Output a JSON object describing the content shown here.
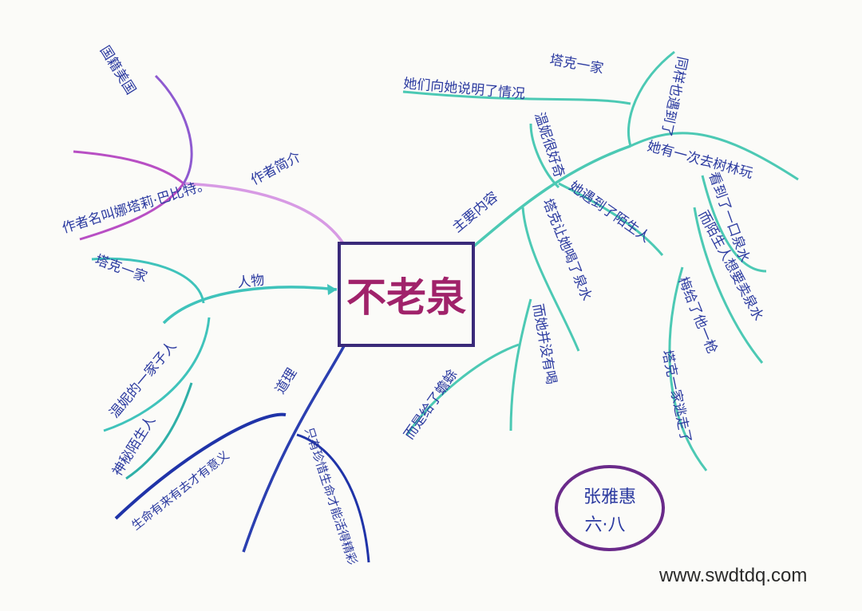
{
  "center": {
    "title": "不老泉"
  },
  "branches": {
    "author": {
      "label": "作者简介",
      "items": [
        "作者名叫娜塔莉·巴比特。",
        "国籍美国"
      ]
    },
    "characters": {
      "label": "人物",
      "items": [
        "塔克一家",
        "温妮的一家子人",
        "神秘陌生人"
      ]
    },
    "plot": {
      "label": "主要内容",
      "nodes": [
        "她们向她说明了情况",
        "塔克一家",
        "同样也遇到了",
        "她有一次去树林玩",
        "温妮很好奇",
        "她遇到了陌生人",
        "看到了一口泉水",
        "而陌生人想要卖泉水",
        "塔克让她喝了泉水",
        "梅给了他一枪",
        "塔克一家逃走了",
        "而她并没有喝",
        "而是给了蟾蜍"
      ]
    },
    "moral": {
      "label": "道理",
      "items": [
        "生命有来有去才有意义",
        "只有珍惜生命才能活得精彩"
      ]
    }
  },
  "signature": {
    "name": "张雅惠",
    "class": "六·八"
  },
  "watermark": "www.swdtdq.com",
  "colors": {
    "author": "#c58ad6",
    "characters": "#3fbfb8",
    "plot": "#4cc9b4",
    "moral": "#2b3fb0",
    "center_border": "#3a2a7a",
    "center_text": "#a0226a",
    "text": "#2b3aa0",
    "signature": "#6a2a8a"
  }
}
